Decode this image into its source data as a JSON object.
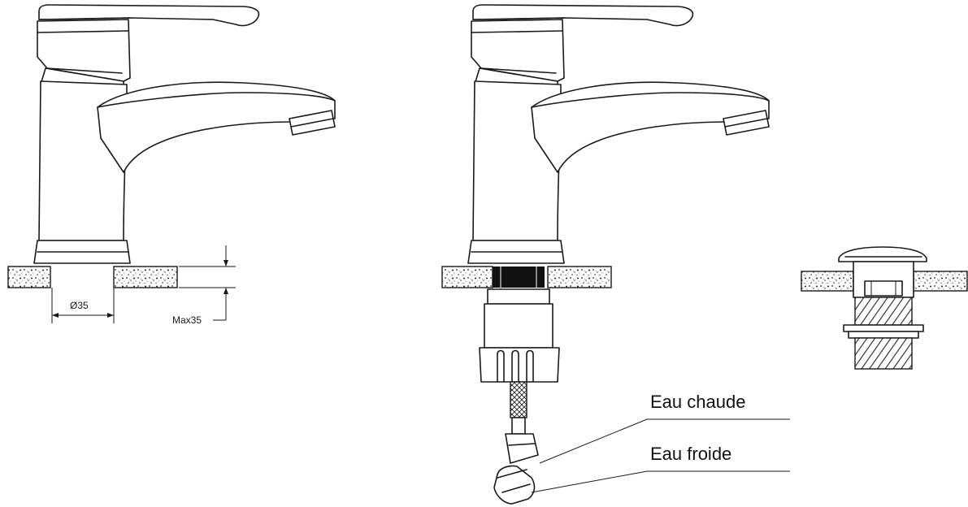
{
  "dimensions": {
    "hole_diameter": "Ø35",
    "max_thickness": "Max35"
  },
  "labels": {
    "hot_water": "Eau chaude",
    "cold_water": "Eau froide"
  },
  "colors": {
    "line": "#1a1a1a",
    "background": "#ffffff"
  }
}
